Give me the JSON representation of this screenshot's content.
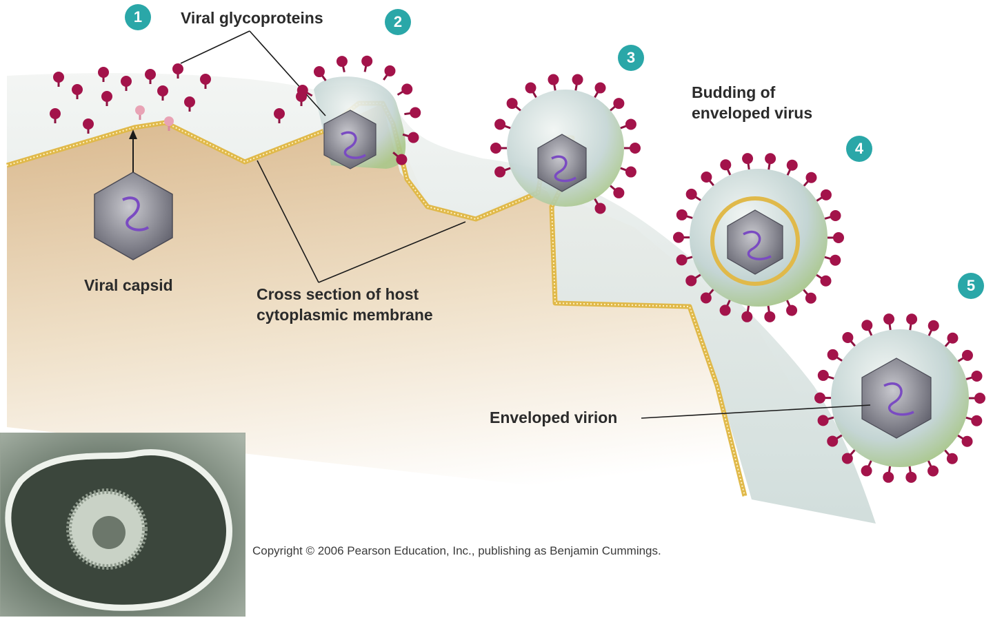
{
  "figure": {
    "labels": {
      "viral_glycoproteins": "Viral glycoproteins",
      "viral_capsid": "Viral capsid",
      "host_membrane_line1": "Cross section of host",
      "host_membrane_line2": "cytoplasmic membrane",
      "budding_line1": "Budding of",
      "budding_line2": "enveloped virus",
      "enveloped_virion": "Enveloped virion"
    },
    "steps": [
      "1",
      "2",
      "3",
      "4",
      "5"
    ],
    "copyright": "Copyright © 2006 Pearson Education, Inc., publishing as Benjamin Cummings."
  },
  "colors": {
    "step_badge": "#2aa7a8",
    "glycoprotein": "#a3134a",
    "membrane": "#e0b94a",
    "envelope_green": "#b8d28c",
    "cell_beige": "#d9b88f",
    "rna": "#7a4bc2"
  },
  "icons": [
    "glycoprotein-spike-icon",
    "capsid-icon",
    "virion-icon",
    "micrograph-image"
  ]
}
